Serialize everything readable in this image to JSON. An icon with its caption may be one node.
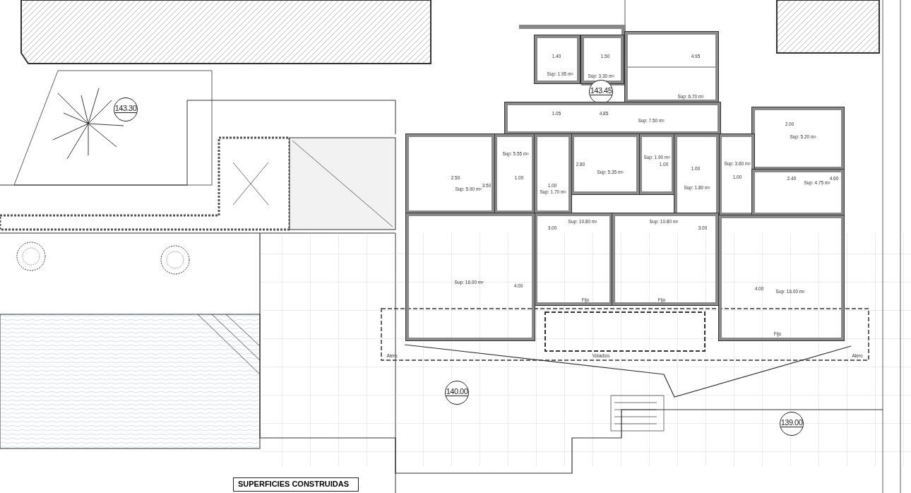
{
  "diagram": {
    "nodes": [
      {
        "text": [
          "Sup: 1.95 m²"
        ]
      },
      {
        "text": [
          "Sup: 3.30 m²"
        ]
      },
      {
        "text": [
          "Sup: 6.70 m²"
        ]
      },
      {
        "text": [
          "143.30"
        ]
      },
      {
        "text": [
          "143.45"
        ]
      },
      {
        "text": [
          "Sup: 7.50 m²"
        ]
      },
      {
        "text": [
          "Sup: 5.55 m²"
        ]
      },
      {
        "text": [
          "Sup: 5.20 m²"
        ]
      },
      {
        "text": [
          "Sup: 1.90 m²"
        ]
      },
      {
        "text": [
          "Sup: 3.60 m²"
        ]
      },
      {
        "text": [
          "Sup: 5.35 m²"
        ]
      },
      {
        "text": [
          "Sup: 4.75 m²"
        ]
      },
      {
        "text": [
          "Sup: 5.90 m²"
        ]
      },
      {
        "text": [
          "Sup: 1.70 m²"
        ]
      },
      {
        "text": [
          "Sup: 1.80 m²"
        ]
      },
      {
        "text": [
          "Sup: 10.80 m²"
        ]
      },
      {
        "text": [
          "Sup: 10.80 m²"
        ]
      },
      {
        "text": [
          "Sup: 16.00 m²"
        ]
      },
      {
        "text": [
          "Sup: 16.00 m²"
        ]
      },
      {
        "text": [
          "140.00"
        ]
      },
      {
        "text": [
          "139.00"
        ]
      }
    ],
    "labels": [
      "1.40",
      "1.50",
      "4.95",
      "1.05",
      "4.85",
      "2.00",
      "2.50",
      "3.50",
      "1.00",
      "1.00",
      "2.80",
      "1.00",
      "1.00",
      "1.00",
      "2.40",
      "4.60",
      "3.00",
      "3.00",
      "4.00",
      "4.00",
      "Fijo",
      "Fijo",
      "Fijo",
      "Alero",
      "Voladizo",
      "Alero",
      "SUPERFICIES CONSTRUIDAS"
    ]
  }
}
